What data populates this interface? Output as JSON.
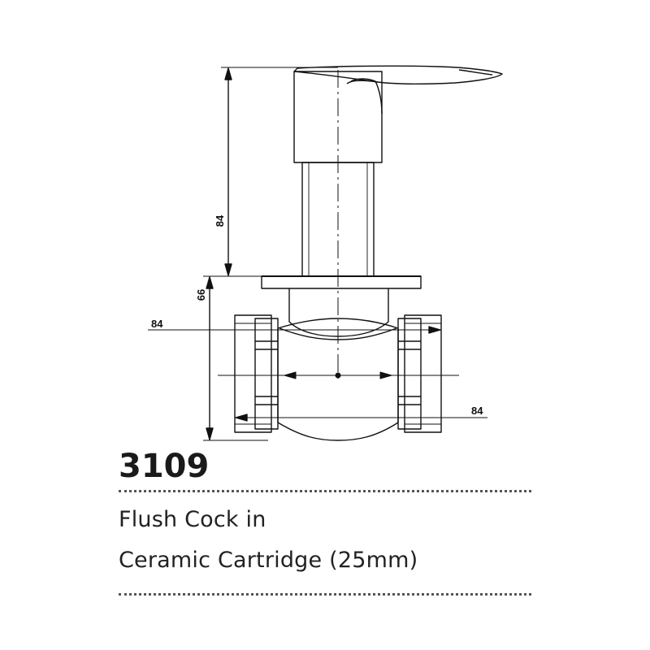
{
  "product": {
    "code": "3109",
    "description_line1": "Flush Cock in",
    "description_line2": "Ceramic Cartridge (25mm)"
  },
  "dimensions": {
    "height_upper": "84",
    "height_lower": "66",
    "width_left": "84",
    "width_right": "84"
  },
  "colors": {
    "line": "#111111",
    "dots": "#555555",
    "text": "#222222"
  }
}
